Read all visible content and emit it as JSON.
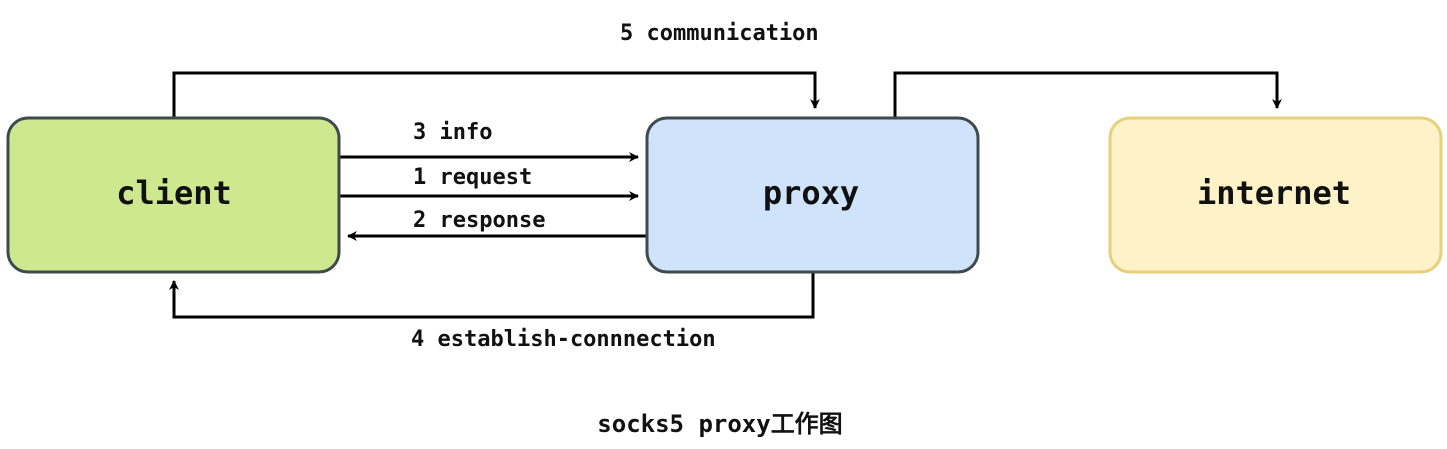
{
  "nodes": {
    "client": {
      "label": "client",
      "fill": "#cde88e",
      "stroke": "#3f4a4e"
    },
    "proxy": {
      "label": "proxy",
      "fill": "#cfe3fb",
      "stroke": "#3f4a4e"
    },
    "internet": {
      "label": "internet",
      "fill": "#fdf2c8",
      "stroke": "#e8cf7a"
    }
  },
  "edges": {
    "info": {
      "label": "3 info",
      "from": "client",
      "to": "proxy"
    },
    "request": {
      "label": "1 request",
      "from": "client",
      "to": "proxy"
    },
    "response": {
      "label": "2 response",
      "from": "proxy",
      "to": "client"
    },
    "establish": {
      "label": "4 establish-connnection",
      "from": "proxy",
      "to": "client"
    },
    "communication": {
      "label": "5 communication",
      "from": "client",
      "to": "proxy"
    },
    "forward": {
      "label": "",
      "from": "proxy",
      "to": "internet"
    }
  },
  "caption": "socks5 proxy工作图"
}
